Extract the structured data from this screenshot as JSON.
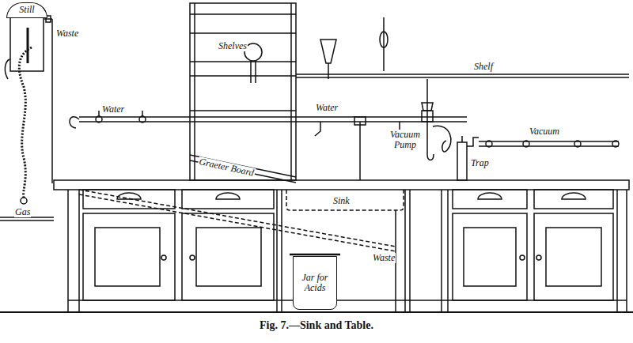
{
  "diagram": {
    "caption": "Fig. 7.—Sink and Table.",
    "nodes": [
      {
        "text": [
          "Still"
        ]
      },
      {
        "text": [
          "Jar for Acids"
        ]
      }
    ],
    "labels": [
      "Waste",
      "Water",
      "Shelves",
      "Shelf",
      "Water",
      "Vacuum Pump",
      "Trap",
      "Vacuum",
      "Graeter Board",
      "Sink",
      "Gas",
      "Waste"
    ]
  }
}
